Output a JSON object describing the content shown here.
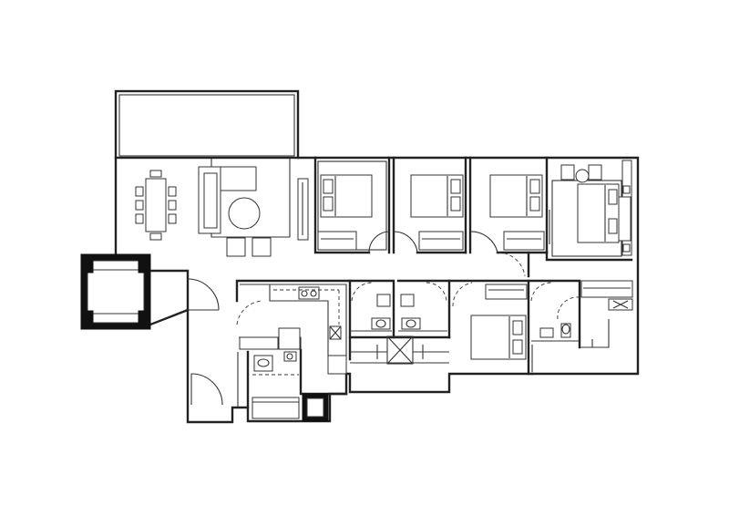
{
  "plan": {
    "background": "#ffffff",
    "line_color": "#222222",
    "rooms": [
      "balcony",
      "dining",
      "living",
      "bedroom-1",
      "bedroom-2",
      "bedroom-3",
      "master-bedroom",
      "bedroom-4",
      "kitchen",
      "bathroom-1",
      "bathroom-2",
      "master-bathroom",
      "service-room",
      "service-toilet",
      "elevator-lobby",
      "foyer",
      "lift-shaft",
      "corridor"
    ]
  }
}
